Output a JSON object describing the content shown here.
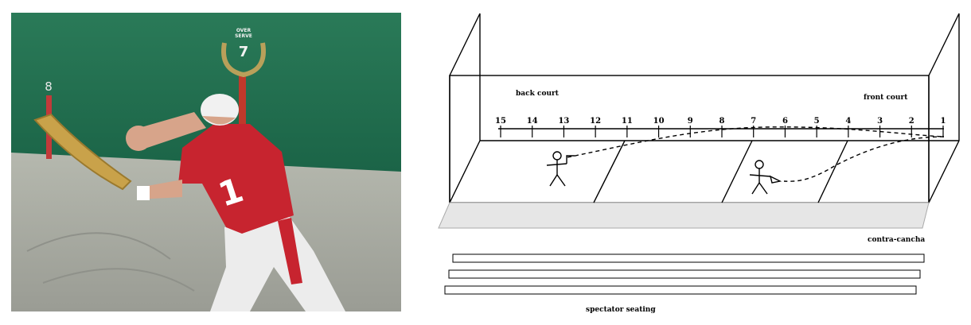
{
  "photo": {
    "jersey_number": "1",
    "post_left_number": "8",
    "serve_badge": {
      "top_text": "OVER",
      "sub_text": "SERVE",
      "number": "7"
    },
    "colors": {
      "wall": "#1f6e4e",
      "floor": "#a9aca3",
      "jersey": "#c7242f",
      "pants": "#eeeeee",
      "cesta": "#c9a24a"
    }
  },
  "diagram": {
    "labels": {
      "back_court": "back court",
      "front_court": "front court",
      "contra_cancha": "contra-cancha",
      "spectator_seating": "spectator seating"
    },
    "court_numbers": [
      "15",
      "14",
      "13",
      "12",
      "11",
      "10",
      "9",
      "8",
      "7",
      "6",
      "5",
      "4",
      "3",
      "2",
      "1"
    ]
  }
}
